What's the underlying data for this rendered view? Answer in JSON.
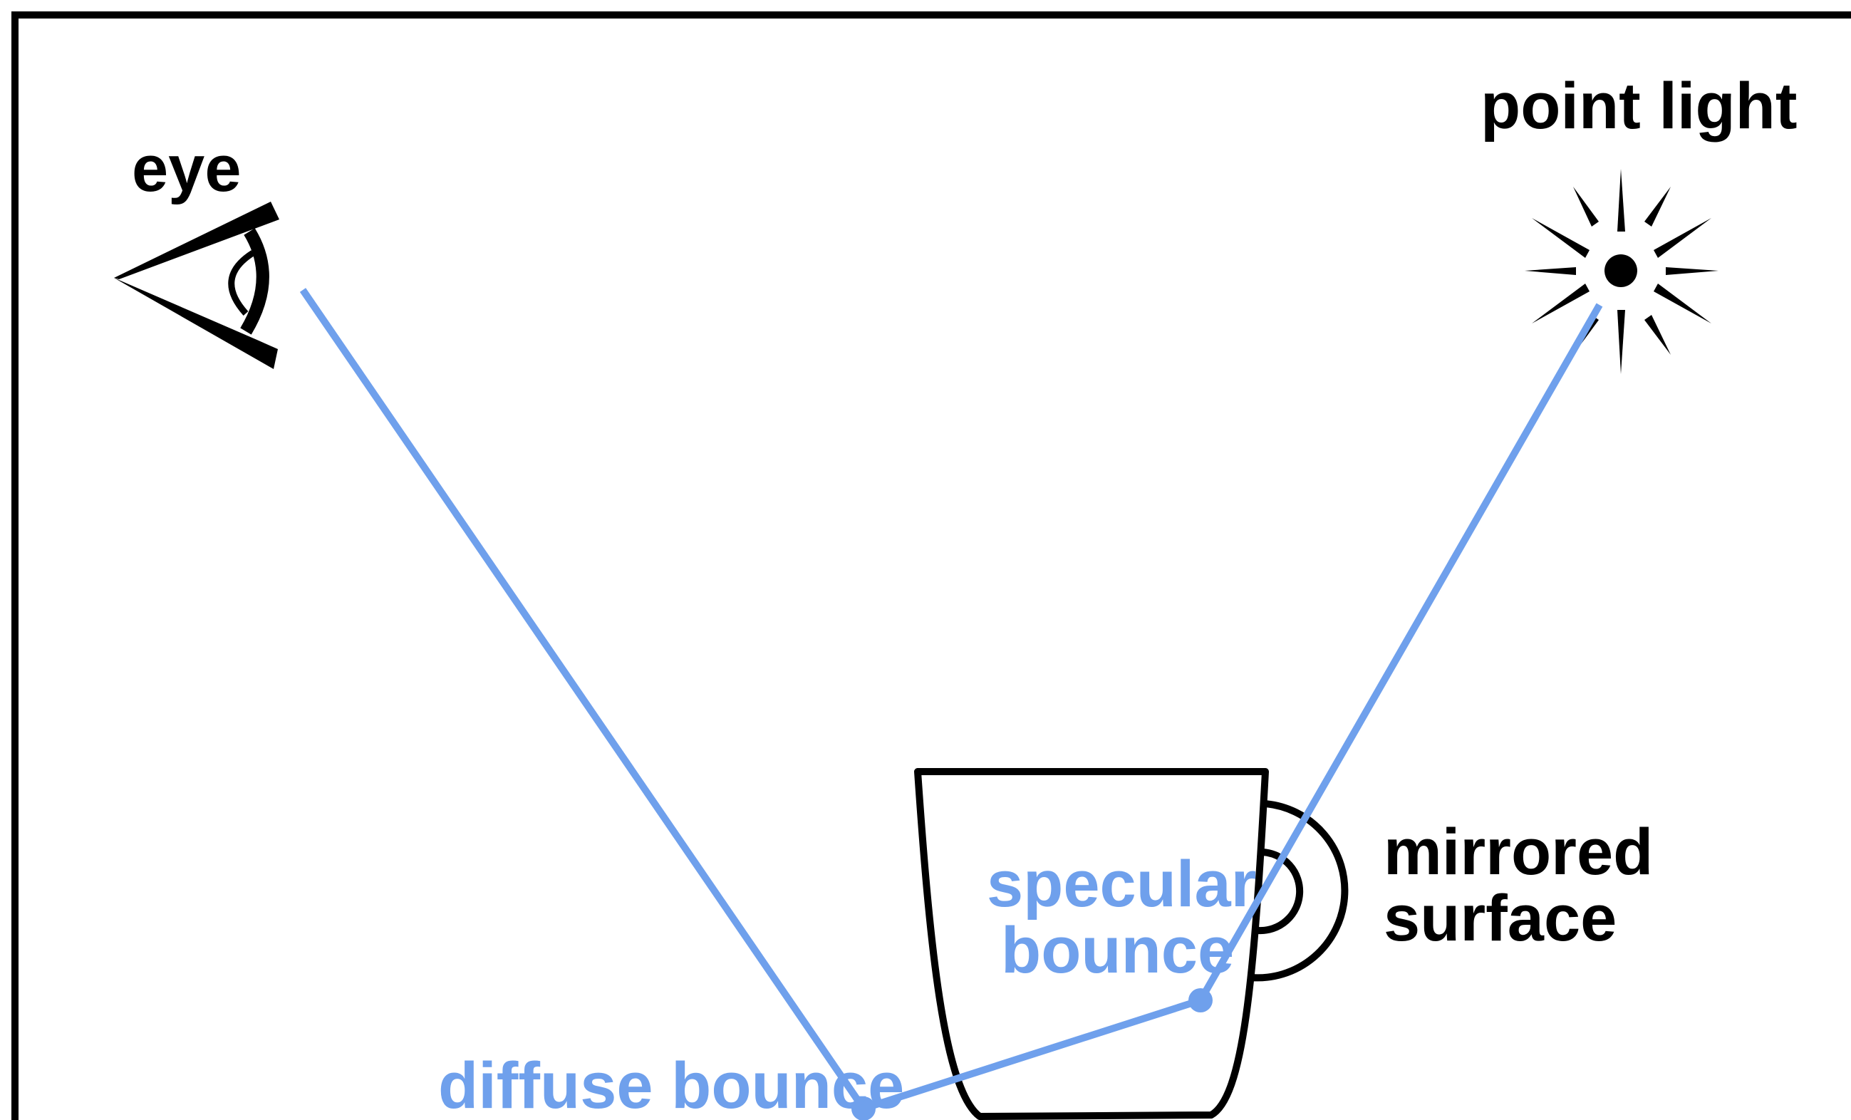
{
  "labels": {
    "eye": "eye",
    "point_light": "point light",
    "mirrored_surface_line1": "mirrored",
    "mirrored_surface_line2": "surface",
    "specular_bounce_line1": "specular",
    "specular_bounce_line2": "bounce",
    "diffuse_bounce": "diffuse bounce"
  },
  "colors": {
    "ray": "#6fa0ec",
    "ink": "#000000",
    "background": "#ffffff"
  },
  "icons": {
    "viewer": "eye-icon",
    "light": "point-light-icon",
    "object": "cup-icon"
  }
}
